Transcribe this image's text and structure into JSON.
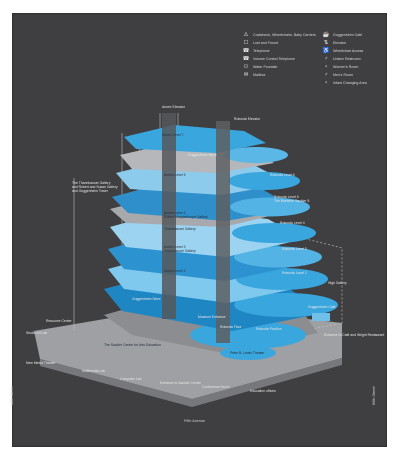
{
  "legend_left": [
    {
      "icon": "coatcheck-icon",
      "glyph": "⚠",
      "label": "Coatcheck, Wheelchairs, Baby Carriers"
    },
    {
      "icon": "lost-found-icon",
      "glyph": "☐",
      "label": "Lost and Found"
    },
    {
      "icon": "telephone-icon",
      "glyph": "☎",
      "label": "Telephone"
    },
    {
      "icon": "volume-control-telephone-icon",
      "glyph": "☎",
      "label": "Volume Control Telephone"
    },
    {
      "icon": "water-fountain-icon",
      "glyph": "⚇",
      "label": "Water Fountain"
    },
    {
      "icon": "mailbox-icon",
      "glyph": "✉",
      "label": "Mailbox"
    }
  ],
  "legend_right": [
    {
      "icon": "cafe-icon",
      "glyph": "☕",
      "label": "Guggenheim Café"
    },
    {
      "icon": "elevator-icon",
      "glyph": "⇅",
      "label": "Elevator"
    },
    {
      "icon": "wheelchair-icon",
      "glyph": "♿",
      "label": "Wheelchair Access"
    },
    {
      "icon": "restroom-icon",
      "glyph": "♂",
      "label": "Unisex Restroom"
    },
    {
      "icon": "womens-room-icon",
      "glyph": "♀",
      "label": "Women's Room"
    },
    {
      "icon": "mens-room-icon",
      "glyph": "♂",
      "label": "Men's Room"
    },
    {
      "icon": "changing-area-icon",
      "glyph": "♀",
      "label": "Infant Changing Area"
    }
  ],
  "labels": {
    "annex_elevator": "Annex Elevator",
    "rotunda_elevator": "Rotunda Elevator",
    "annex_level_7": "Annex Level 7",
    "annex_level_5": "Annex Level 5",
    "guggenheim_store_top": "Guggenheim Store",
    "rotunda_level_6": "Rotunda Level 6",
    "thannhauser_line1": "The Thannhauser Gallery",
    "thannhauser_line2": "and Robert and Susan Gallery",
    "thannhauser_line3": "and Guggenheim Tower",
    "rotunda_level_5": "Rotunda Level 5",
    "rotunda_level_5_sub": "The Mortimer Sackler 5",
    "annex_level_4": "Annex Level 4",
    "annex_level_4_sub": "Robert Mapplethorpe Gallery",
    "thannhauser_gallery_4": "Thannhauser Gallery",
    "rotunda_level_4": "Rotunda Level 4",
    "annex_level_3": "Annex Level 3",
    "thannhauser_gallery_3": "Thannhauser Gallery",
    "rotunda_level_3": "Rotunda Level 3",
    "annex_level_2": "Annex Level 2",
    "rotunda_level_2": "Rotunda Level 2",
    "high_gallery": "High Gallery",
    "guggenheim_store_bottom": "Guggenheim Store",
    "museum_entrance": "Museum Entrance",
    "rotunda_floor": "Rotunda Floor",
    "guggenheim_cafe": "Guggenheim Café",
    "entrance_cafe": "Entrance to Café and Wright Restaurant",
    "peter_lewis_theater": "Peter B. Lewis Theater",
    "rotunda_pavilion": "Rotunda Pavilion",
    "resource_center": "Resource Center",
    "studio_art_lab": "Studio Art Lab",
    "sackler_center": "The Sackler Center for Arts Education",
    "new_media_theater": "New Media Theater",
    "multimedia_lab": "Multimedia Lab",
    "computer_lab": "Computer Lab",
    "entrance_sackler": "Entrance to Sackler Center",
    "conference_room": "Conference Room",
    "education_offices": "Education offices",
    "street_left": "88th Street",
    "street_right": "89th Street",
    "avenue": "Fifth Avenue"
  }
}
